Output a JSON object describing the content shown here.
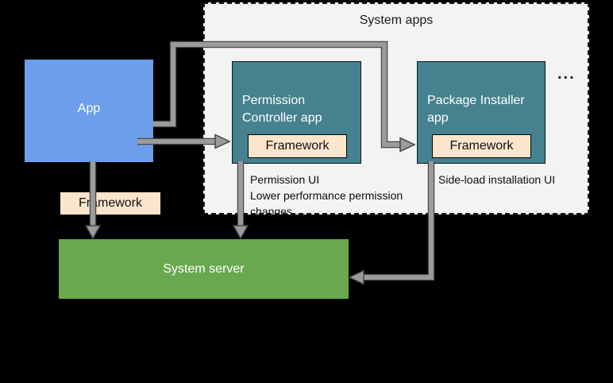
{
  "system_apps": {
    "title": "System apps",
    "ellipsis": "...",
    "permission_controller": {
      "title": "Permission Controller app",
      "framework_label": "Framework",
      "notes": [
        "Permission UI",
        "Lower performance permission changes"
      ]
    },
    "package_installer": {
      "title": "Package Installer app",
      "framework_label": "Framework",
      "note": "Side-load installation UI"
    }
  },
  "app": {
    "title": "App",
    "framework_label": "Framework"
  },
  "system_server": {
    "title": "System server"
  },
  "connectors": [
    {
      "from": "App",
      "to": "Package Installer app Framework",
      "style": "elbow-arrow"
    },
    {
      "from": "App Framework",
      "to": "Permission Controller app Framework",
      "style": "arrow"
    },
    {
      "from": "App Framework",
      "to": "System server",
      "style": "arrow"
    },
    {
      "from": "Permission Controller app",
      "to": "System server",
      "style": "arrow"
    },
    {
      "from": "Package Installer app Framework",
      "to": "System server",
      "style": "elbow-arrow"
    }
  ],
  "colors": {
    "app_box": "#6d9eeb",
    "system_app_box": "#45818e",
    "system_server_box": "#6aa84f",
    "framework_chip": "#fce5cd",
    "system_apps_bg": "#f3f3f3",
    "connector_gray": "#9b9b9b",
    "background": "#000000"
  }
}
